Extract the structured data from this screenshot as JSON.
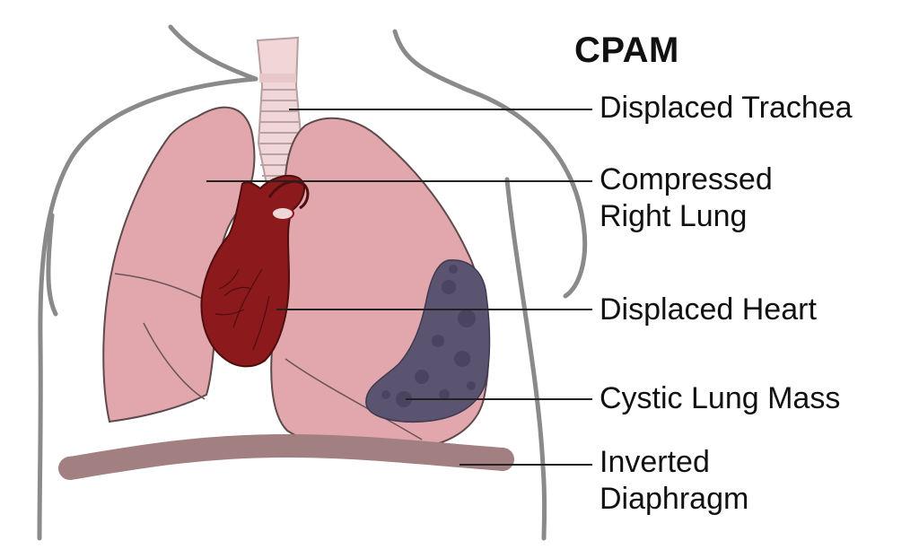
{
  "title": "CPAM",
  "labels": {
    "trachea": "Displaced Trachea",
    "lung": [
      "Compressed",
      "Right Lung"
    ],
    "heart": "Displaced Heart",
    "mass": "Cystic Lung Mass",
    "diaphragm": [
      "Inverted",
      "Diaphragm"
    ]
  },
  "colors": {
    "outline": "#8a8a8a",
    "lung": "#e2a6ad",
    "lung_stroke": "#5e4a4c",
    "trachea": "#f1d6d7",
    "heart": "#8c1a1c",
    "mass": "#5b5470",
    "diaphragm": "#a27f81",
    "leader": "#222222"
  }
}
